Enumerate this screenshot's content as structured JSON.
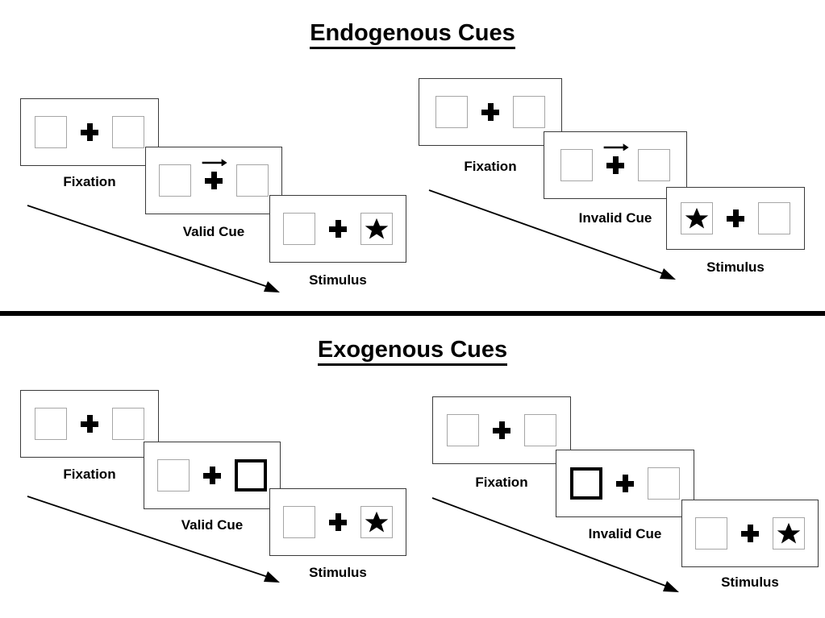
{
  "sections": [
    {
      "title": "Endogenous Cues",
      "cue_type": "arrow",
      "columns": [
        {
          "condition": "valid",
          "frames": [
            {
              "caption": "Fixation",
              "cue": "none",
              "cue_direction": "",
              "target": "none"
            },
            {
              "caption": "Valid Cue",
              "cue": "arrow",
              "cue_direction": "right",
              "target": "none"
            },
            {
              "caption": "Stimulus",
              "cue": "none",
              "cue_direction": "",
              "target": "right"
            }
          ]
        },
        {
          "condition": "invalid",
          "frames": [
            {
              "caption": "Fixation",
              "cue": "none",
              "cue_direction": "",
              "target": "none"
            },
            {
              "caption": "Invalid Cue",
              "cue": "arrow",
              "cue_direction": "right",
              "target": "none"
            },
            {
              "caption": "Stimulus",
              "cue": "none",
              "cue_direction": "",
              "target": "left"
            }
          ]
        }
      ]
    },
    {
      "title": "Exogenous Cues",
      "cue_type": "box-flash",
      "columns": [
        {
          "condition": "valid",
          "frames": [
            {
              "caption": "Fixation",
              "cue": "none",
              "cue_side": "",
              "target": "none"
            },
            {
              "caption": "Valid Cue",
              "cue": "box-flash",
              "cue_side": "right",
              "target": "none"
            },
            {
              "caption": "Stimulus",
              "cue": "none",
              "cue_side": "",
              "target": "right"
            }
          ]
        },
        {
          "condition": "invalid",
          "frames": [
            {
              "caption": "Fixation",
              "cue": "none",
              "cue_side": "",
              "target": "none"
            },
            {
              "caption": "Invalid Cue",
              "cue": "box-flash",
              "cue_side": "left",
              "target": "none"
            },
            {
              "caption": "Stimulus",
              "cue": "none",
              "cue_side": "",
              "target": "right"
            }
          ]
        }
      ]
    }
  ],
  "labels": {
    "endogenous_title": "Endogenous Cues",
    "exogenous_title": "Exogenous Cues",
    "fixation": "Fixation",
    "valid_cue": "Valid Cue",
    "invalid_cue": "Invalid Cue",
    "stimulus": "Stimulus"
  },
  "colors": {
    "frame_border": "#3a3a3a",
    "box_border": "#a6a6a6",
    "cue_border": "#000000",
    "ink": "#000000",
    "background": "#ffffff"
  }
}
